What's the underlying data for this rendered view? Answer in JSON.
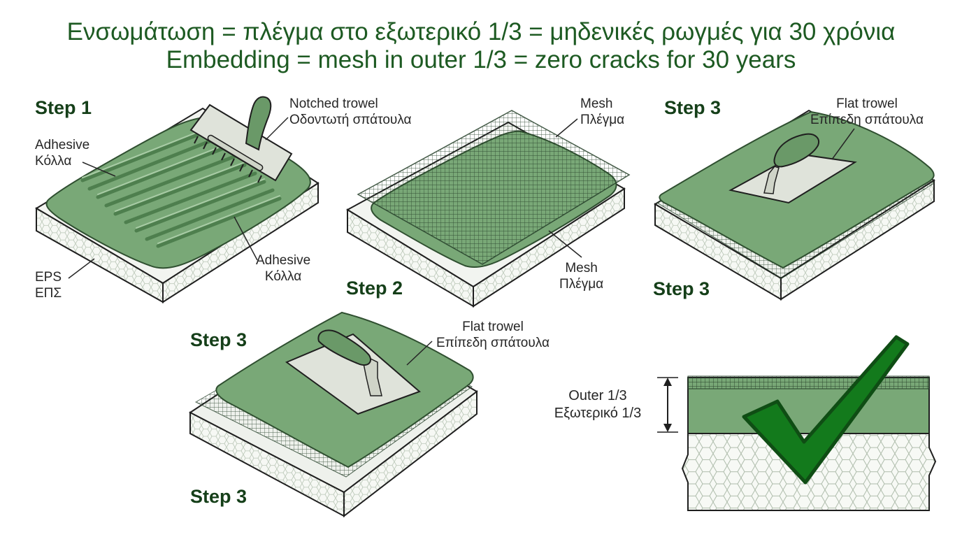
{
  "title": {
    "greek": "Ενσωμάτωση = πλέγμα στο εξωτερικό 1/3 = μηδενικές ρωγμές για 30 χρόνια",
    "english": "Embedding = mesh in outer 1/3 = zero cracks for 30 years"
  },
  "panel1": {
    "step": "Step 1",
    "notched_trowel": {
      "en": "Notched trowel",
      "el": "Οδοντωτή σπάτουλα"
    },
    "adhesive_top": {
      "en": "Adhesive",
      "el": "Κόλλα"
    },
    "adhesive_bottom": {
      "en": "Adhesive",
      "el": "Κόλλα"
    },
    "eps": {
      "en": "EPS",
      "el": "ΕΠΣ"
    }
  },
  "panel2": {
    "step": "Step 2",
    "mesh_top": {
      "en": "Mesh",
      "el": "Πλέγμα"
    },
    "mesh_bottom": {
      "en": "Mesh",
      "el": "Πλέγμα"
    }
  },
  "panel3": {
    "step_top": "Step 3",
    "step_bottom": "Step 3",
    "flat_trowel": {
      "en": "Flat trowel",
      "el": "Επίπεδη σπάτουλα"
    }
  },
  "panel4": {
    "step_top": "Step 3",
    "step_bottom": "Step 3",
    "flat_trowel": {
      "en": "Flat trowel",
      "el": "Επίπεδη σπάτουλα"
    }
  },
  "panel5": {
    "outer": {
      "en": "Outer 1/3",
      "el": "Εξωτερικό 1/3"
    }
  },
  "colors": {
    "title_green": "#1d5a22",
    "adhesive_green": "#79a877",
    "adhesive_dark": "#4e7f4e",
    "eps_white": "#f4f6f2",
    "check_green": "#137a1c",
    "step_text": "#153f19"
  }
}
